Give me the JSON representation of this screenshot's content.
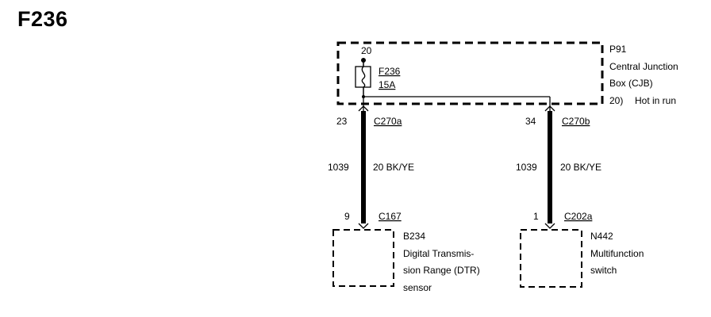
{
  "title": "F236",
  "cjb": {
    "id": "P91",
    "name_line1": "Central Junction",
    "name_line2": "Box (CJB)",
    "pin": "20",
    "feed_pin": "20)",
    "feed_desc": "Hot in run"
  },
  "fuse": {
    "id": "F236",
    "rating": "15A"
  },
  "left_circuit": {
    "top_pin": "23",
    "top_connector": "C270a",
    "circuit_no": "1039",
    "wire": "20 BK/YE",
    "bottom_pin": "9",
    "bottom_connector": "C167",
    "component_id": "B234",
    "component_line1": "Digital Transmis-",
    "component_line2": "sion Range (DTR)",
    "component_line3": "sensor"
  },
  "right_circuit": {
    "top_pin": "34",
    "top_connector": "C270b",
    "circuit_no": "1039",
    "wire": "20 BK/YE",
    "bottom_pin": "1",
    "bottom_connector": "C202a",
    "component_id": "N442",
    "component_line1": "Multifunction",
    "component_line2": "switch"
  }
}
